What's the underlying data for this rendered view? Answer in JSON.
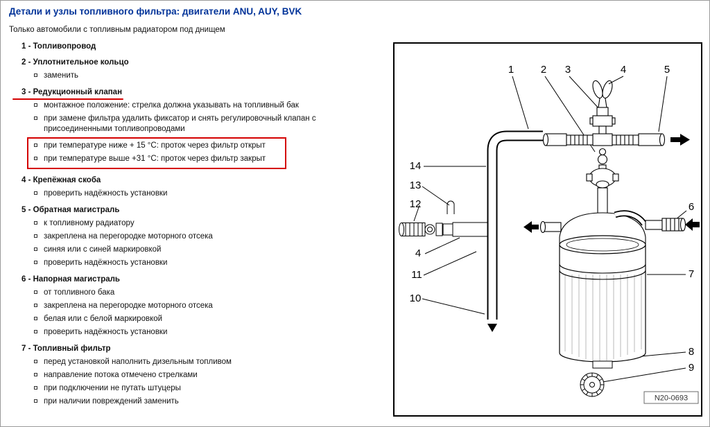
{
  "page": {
    "title": "Детали и узлы топливного фильтра: двигатели ANU, AUY, BVK",
    "subtitle": "Только автомобили с топливным радиатором под днищем"
  },
  "colors": {
    "title_blue": "#003399",
    "annotation_red": "#d40000"
  },
  "parts": [
    {
      "header": "1 -  Топливопровод",
      "notes": []
    },
    {
      "header": "2 -  Уплотнительное кольцо",
      "notes": [
        "заменить"
      ]
    },
    {
      "header": "3 -  Редукционный клапан",
      "notes": [
        "монтажное положение: стрелка должна указывать на топливный бак",
        "при замене фильтра удалить фиксатор и снять регулировочный клапан с присоединенными топливопроводами",
        "при температуре ниже + 15 °C: проток через фильтр открыт",
        "при температуре выше +31 °C: проток через фильтр закрыт"
      ]
    },
    {
      "header": "4 -  Крепёжная скоба",
      "notes": [
        "проверить надёжность установки"
      ]
    },
    {
      "header": "5 -  Обратная магистраль",
      "notes": [
        "к топливному радиатору",
        "закреплена на перегородке моторного отсека",
        "синяя или с синей маркировкой",
        "проверить надёжность установки"
      ]
    },
    {
      "header": "6 -  Напорная магистраль",
      "notes": [
        "от топливного бака",
        "закреплена на перегородке моторного отсека",
        "белая или с белой маркировкой",
        "проверить надёжность установки"
      ]
    },
    {
      "header": "7 -  Топливный фильтр",
      "notes": [
        "перед установкой наполнить дизельным топливом",
        "направление потока отмечено стрелками",
        "при подключении не путать штуцеры",
        "при наличии повреждений заменить"
      ]
    }
  ],
  "diagram": {
    "callouts": {
      "n1": "1",
      "n2": "2",
      "n3": "3",
      "n4_top": "4",
      "n5": "5",
      "n6": "6",
      "n7": "7",
      "n8": "8",
      "n9": "9",
      "n10": "10",
      "n11": "11",
      "n12": "12",
      "n13": "13",
      "n14": "14",
      "n4_left": "4"
    },
    "drawing_number": "N20-0693"
  }
}
